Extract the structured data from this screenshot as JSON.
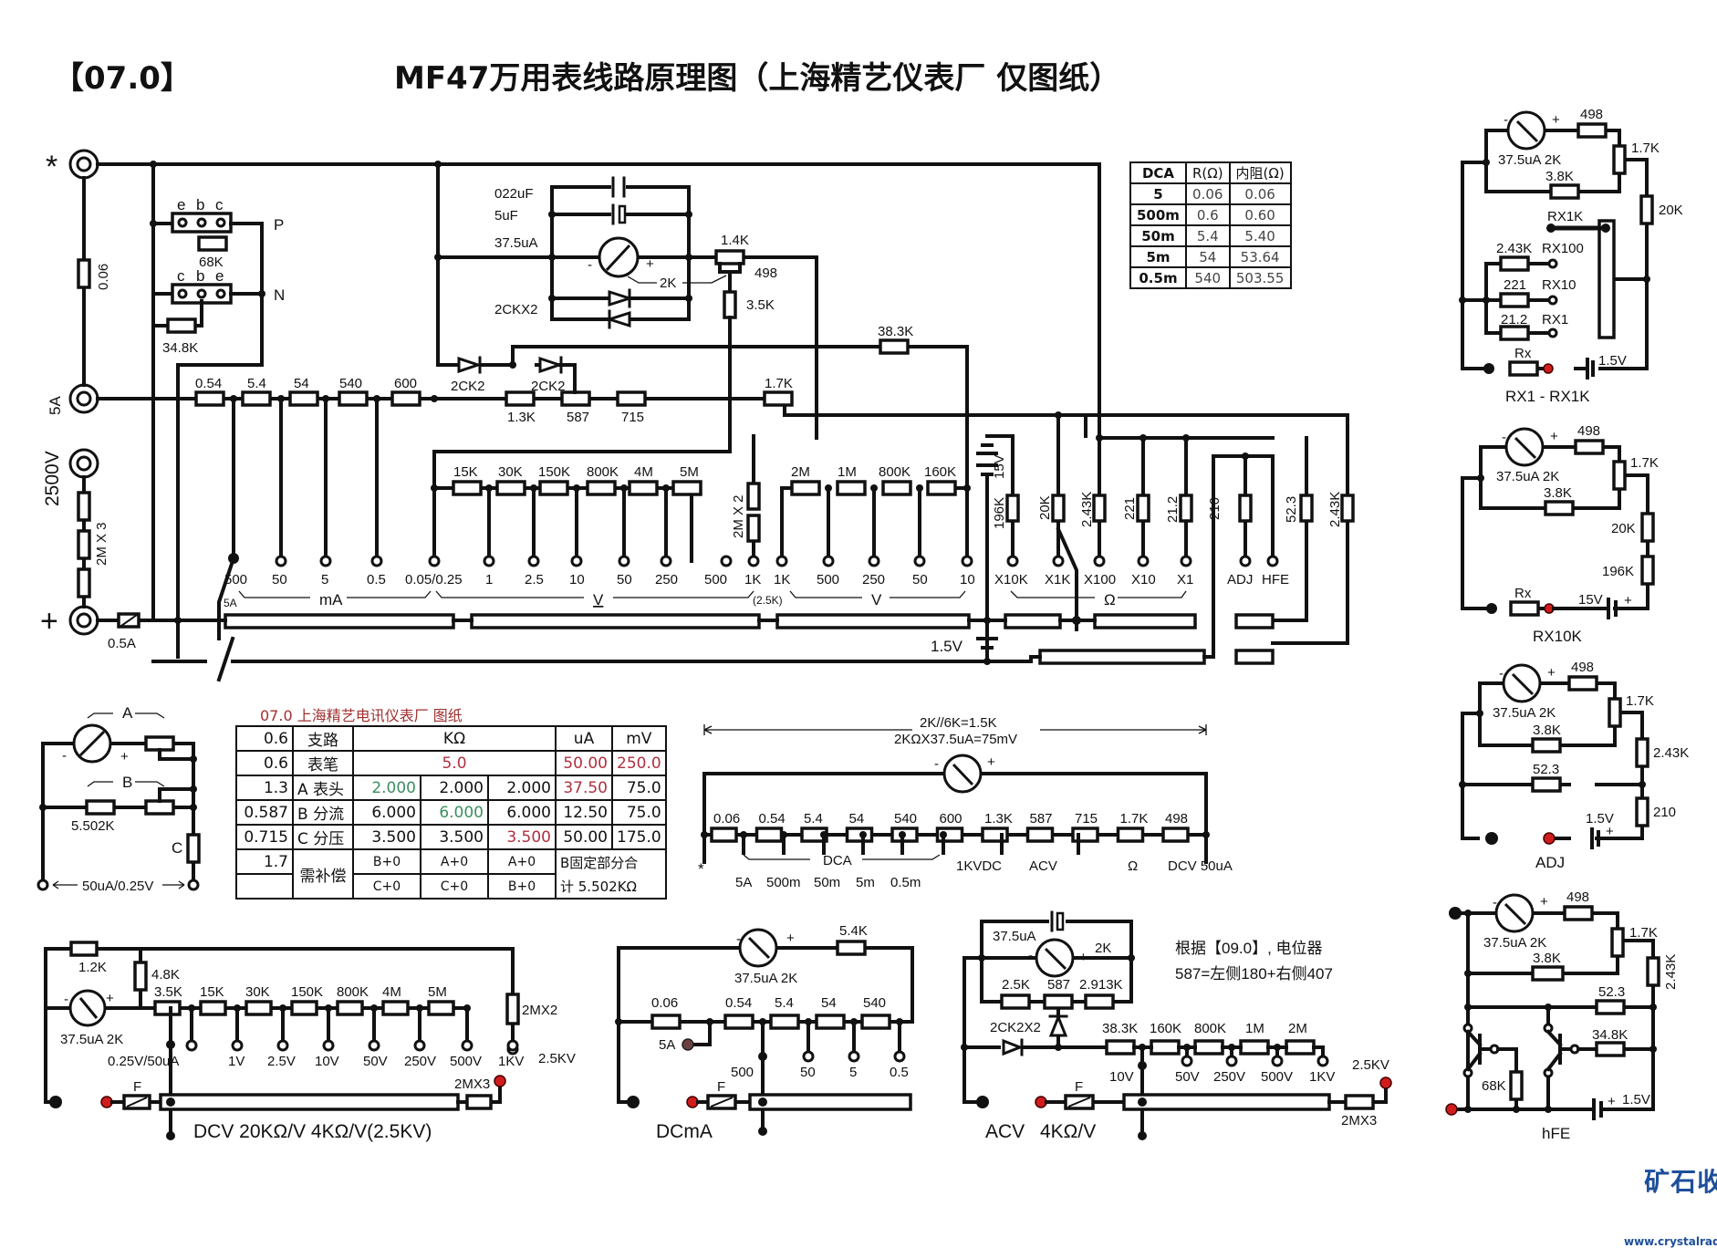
{
  "header": {
    "code": "【07.0】",
    "title": "MF47万用表线路原理图（上海精艺仪表厂  仅图纸）"
  },
  "terminals": {
    "common": "*",
    "amp5": "5A",
    "hv": "2500V",
    "positive": "+",
    "fuse": "0.5A",
    "shunt_0_06": "0.06",
    "hv_resistors": "2M X 3"
  },
  "hfe_socket": {
    "p_pins": [
      "e",
      "b",
      "c"
    ],
    "n_pins": [
      "c",
      "b",
      "e"
    ],
    "p_label": "P",
    "n_label": "N",
    "r68k": "68K",
    "r34_8k": "34.8K"
  },
  "meter_block": {
    "c1": "022uF",
    "c2": "5uF",
    "meter": "37.5uA",
    "diodes": "2CKX2",
    "pot": "1.4K",
    "pot_r": "498",
    "meter_r": "2K",
    "r3_5k": "3.5K",
    "minus": "-",
    "plus": "+"
  },
  "shunt_chain": {
    "resistors": [
      "0.54",
      "5.4",
      "54",
      "540",
      "600"
    ],
    "diode1": "2CK2",
    "diode2": "2CK2",
    "r1_3k": "1.3K",
    "r587": "587",
    "r715": "715",
    "r1_7k": "1.7K",
    "r38_3k": "38.3K"
  },
  "dcv_chain": {
    "resistors": [
      "15K",
      "30K",
      "150K",
      "800K",
      "4M",
      "5M"
    ],
    "hv_r": "2M X 2"
  },
  "acv_chain": {
    "resistors": [
      "2M",
      "1M",
      "800K",
      "160K"
    ],
    "battery15": "15V",
    "battery1_5": "1.5V"
  },
  "ohm_resistors": [
    "196K",
    "20K",
    "2.43K",
    "221",
    "21.2",
    "210",
    "52.3",
    "2.43K"
  ],
  "switch_positions": {
    "ma": [
      "500",
      "50",
      "5",
      "0.5"
    ],
    "v_shared": "0.05/0.25",
    "dcv": [
      "1",
      "2.5",
      "10",
      "50",
      "250",
      "500",
      "1K"
    ],
    "acv": [
      "1K",
      "500",
      "250",
      "50",
      "10"
    ],
    "ohm": [
      "X10K",
      "X1K",
      "X100",
      "X10",
      "X1"
    ],
    "other": [
      "ADJ",
      "HFE"
    ],
    "group_ma": "mA",
    "group_dcv": "V",
    "group_acv": "V",
    "group_ohm": "Ω",
    "note_5a": "5A",
    "note_2_5k": "(2.5K)"
  },
  "dca_table": {
    "headers": [
      "DCA",
      "R(Ω)",
      "内阻(Ω)"
    ],
    "rows": [
      [
        "5",
        "0.06",
        "0.06"
      ],
      [
        "500m",
        "0.6",
        "0.60"
      ],
      [
        "50m",
        "5.4",
        "5.40"
      ],
      [
        "5m",
        "54",
        "53.64"
      ],
      [
        "0.5m",
        "540",
        "503.55"
      ]
    ]
  },
  "calc_table": {
    "caption": "07.0  上海精艺电讯仪表厂  图纸",
    "header": [
      "0.6",
      "支路",
      "KΩ",
      "uA",
      "mV"
    ],
    "row_pen": [
      "0.6",
      "表笔",
      "5.0",
      "50.00",
      "250.0"
    ],
    "row_a": [
      "1.3",
      "A 表头",
      "2.000",
      "2.000",
      "2.000",
      "37.50",
      "75.0"
    ],
    "row_b": [
      "0.587",
      "B 分流",
      "6.000",
      "6.000",
      "6.000",
      "12.50",
      "75.0"
    ],
    "row_c": [
      "0.715",
      "C 分压",
      "3.500",
      "3.500",
      "3.500",
      "50.00",
      "175.0"
    ],
    "row_comp1": [
      "1.7",
      "需补偿",
      "B+0",
      "A+0",
      "A+0",
      "B固定部分合"
    ],
    "row_comp2": [
      "",
      "C+0",
      "C+0",
      "B+0",
      "计 5.502KΩ"
    ]
  },
  "abc_diagram": {
    "a": "A",
    "b": "B",
    "c": "C",
    "r": "5.502K",
    "range": "50uA/0.25V"
  },
  "equiv_chain": {
    "note1": "2K//6K=1.5K",
    "note2": "2KΩX37.5uA=75mV",
    "resistors": [
      "0.06",
      "0.54",
      "5.4",
      "54",
      "540",
      "600",
      "1.3K",
      "587",
      "715",
      "1.7K",
      "498"
    ],
    "star": "*",
    "dca": "DCA",
    "taps": [
      "5A",
      "500m",
      "50m",
      "5m",
      "0.5m"
    ],
    "kvdc": "1KVDC",
    "acv": "ACV",
    "ohm": "Ω",
    "dcv": "DCV 50uA"
  },
  "dcv_circuit": {
    "r1_2k": "1.2K",
    "r4_8k": "4.8K",
    "meter": "37.5uA 2K",
    "chain": [
      "3.5K",
      "15K",
      "30K",
      "150K",
      "800K",
      "4M",
      "5M"
    ],
    "taps": [
      "0.25V/50uA",
      "1V",
      "2.5V",
      "10V",
      "50V",
      "250V",
      "500V",
      "1KV",
      "2.5KV"
    ],
    "r2mx2": "2MX2",
    "r2mx3": "2MX3",
    "fuse": "F",
    "title": "DCV   20KΩ/V   4KΩ/V(2.5KV)"
  },
  "dcma_circuit": {
    "meter": "37.5uA 2K",
    "r5_4k": "5.4K",
    "chain": [
      "0.06",
      "0.54",
      "5.4",
      "54",
      "540"
    ],
    "taps": [
      "500",
      "50",
      "5",
      "0.5"
    ],
    "a5": "5A",
    "fuse": "F",
    "title": "DCmA"
  },
  "acv_circuit": {
    "meter": "37.5uA",
    "r2k": "2K",
    "bridge": [
      "2.5K",
      "587",
      "2.913K"
    ],
    "diodes": "2CK2X2",
    "chain": [
      "38.3K",
      "160K",
      "800K",
      "1M",
      "2M"
    ],
    "taps": [
      "10V",
      "50V",
      "250V",
      "500V",
      "1KV",
      "2.5KV"
    ],
    "r2mx3": "2MX3",
    "fuse": "F",
    "title1": "ACV",
    "title2": "4KΩ/V",
    "note1": "根据【09.0】, 电位器",
    "note2": "587=左侧180+右侧407"
  },
  "ohm_rx1_circuit": {
    "meter": "37.5uA  2K",
    "r498": "498",
    "r1_7k": "1.7K",
    "r3_8k": "3.8K",
    "r20k": "20K",
    "rx1k": "RX1K",
    "branches": [
      [
        "2.43K",
        "RX100"
      ],
      [
        "221",
        "RX10"
      ],
      [
        "21.2",
        "RX1"
      ]
    ],
    "rx": "Rx",
    "battery": "1.5V",
    "title": "RX1 - RX1K"
  },
  "ohm_rx10k_circuit": {
    "meter": "37.5uA  2K",
    "r498": "498",
    "r1_7k": "1.7K",
    "r3_8k": "3.8K",
    "r20k": "20K",
    "r196k": "196K",
    "rx": "Rx",
    "battery": "15V",
    "title": "RX10K"
  },
  "adj_circuit": {
    "meter": "37.5uA  2K",
    "r498": "498",
    "r1_7k": "1.7K",
    "r3_8k": "3.8K",
    "r2_43k": "2.43K",
    "r52_3": "52.3",
    "r210": "210",
    "battery": "1.5V",
    "title": "ADJ"
  },
  "hfe_circuit": {
    "meter": "37.5uA  2K",
    "r498": "498",
    "r1_7k": "1.7K",
    "r3_8k": "3.8K",
    "r2_43k": "2.43K",
    "r52_3": "52.3",
    "r34_8k": "34.8K",
    "r68k": "68K",
    "battery": "1.5V",
    "title": "hFE"
  },
  "logo": {
    "name": "矿石收音机",
    "url": "www.crystalradio.cn"
  },
  "colors": {
    "ink": "#111111",
    "probe_red": "#d01c1c",
    "table_red": "#b03040",
    "table_green": "#3c8f60",
    "logo_blue": "#1d4f9a"
  }
}
